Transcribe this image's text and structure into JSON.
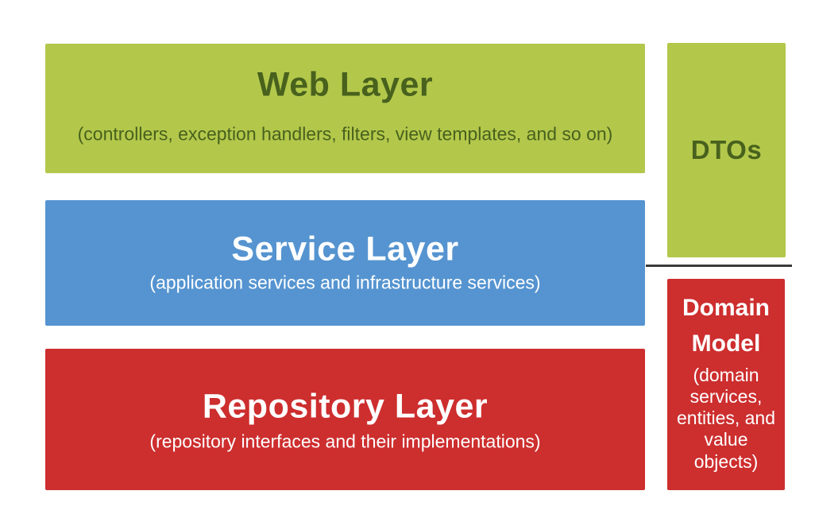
{
  "diagram": {
    "description": "Layered architecture diagram",
    "colors": {
      "green": "#b3c84b",
      "blue": "#5594d0",
      "red": "#cd2e2e",
      "dark_olive_text": "#48611d",
      "white_text": "#ffffff",
      "divider_line": "#3a3a3a",
      "background": "#ffffff"
    },
    "layers": [
      {
        "title": "Web Layer",
        "subtitle": "(controllers, exception handlers, filters, view templates, and so on)"
      },
      {
        "title": "Service Layer",
        "subtitle": "(application services and infrastructure services)"
      },
      {
        "title": "Repository Layer",
        "subtitle": "(repository interfaces and their implementations)"
      }
    ],
    "side_column": {
      "dtos_label": "DTOs",
      "domain_model_title": "Domain Model",
      "domain_model_subtitle": "(domain services, entities, and value objects)"
    }
  }
}
